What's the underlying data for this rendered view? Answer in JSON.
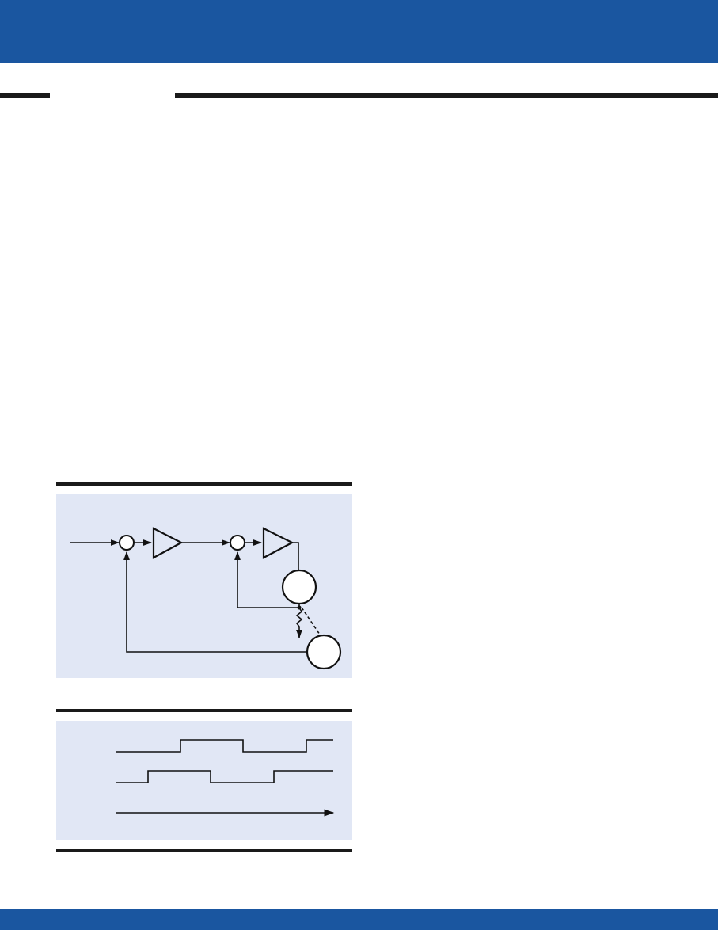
{
  "colors": {
    "band": "#1a56a0",
    "rule": "#1a1a1a",
    "panel": "#e1e7f5",
    "line": "#111111"
  },
  "figure_1": {
    "kind": "feedback block diagram",
    "elements": [
      "input-arrow",
      "summing-junction",
      "amplifier",
      "summing-junction",
      "amplifier",
      "block-circle",
      "block-circle",
      "inner-feedback-loop",
      "outer-feedback-loop",
      "wavy-arrow",
      "dashed-link"
    ]
  },
  "figure_2": {
    "kind": "timing diagram",
    "waveforms": 2,
    "axis": "time arrow"
  }
}
